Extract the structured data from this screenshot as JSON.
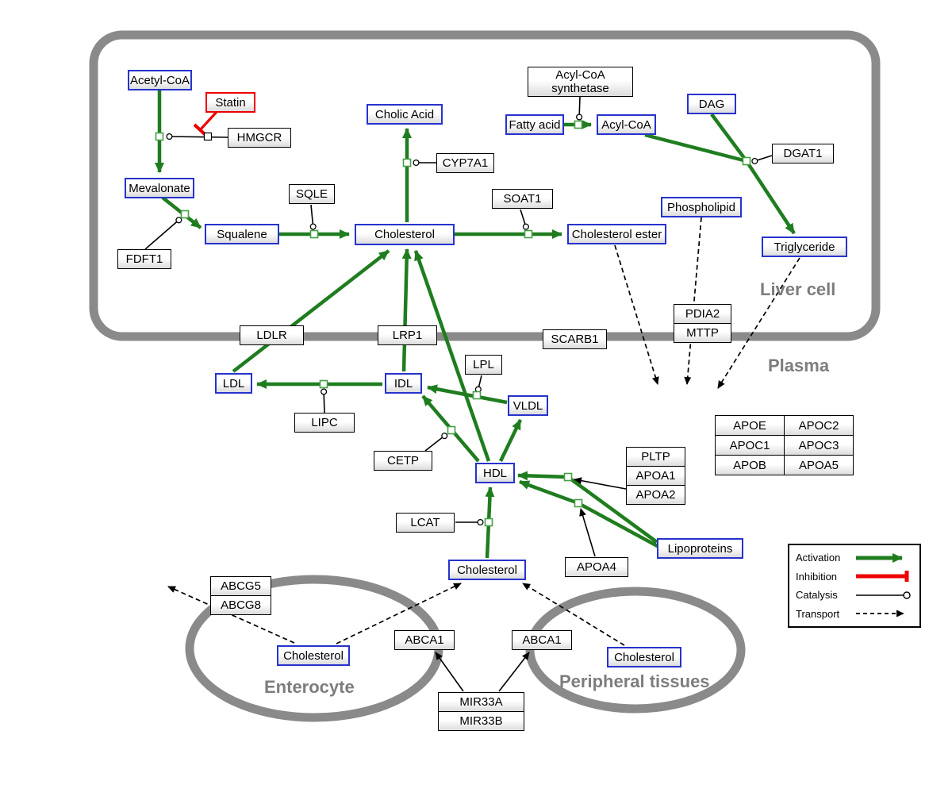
{
  "regions": {
    "liver_cell": "Liver cell",
    "plasma": "Plasma",
    "enterocyte": "Enterocyte",
    "peripheral": "Peripheral tissues"
  },
  "nodes": {
    "acetyl_coa": "Acetyl-CoA",
    "statin": "Statin",
    "hmgcr": "HMGCR",
    "mevalonate": "Mevalonate",
    "fdft1": "FDFT1",
    "squalene": "Squalene",
    "sqle": "SQLE",
    "cholic_acid": "Cholic Acid",
    "cyp7a1": "CYP7A1",
    "cholesterol_liver": "Cholesterol",
    "soat1": "SOAT1",
    "cholesterol_ester": "Cholesterol ester",
    "acyl_coa_synthetase": "Acyl-CoA synthetase",
    "fatty_acid": "Fatty acid",
    "acyl_coa_2": "Acyl-CoA",
    "dag": "DAG",
    "dgat1": "DGAT1",
    "phospholipid": "Phospholipid",
    "triglyceride": "Triglyceride",
    "ldlr": "LDLR",
    "lrp1": "LRP1",
    "scarb1": "SCARB1",
    "pdia2": "PDIA2",
    "mttp": "MTTP",
    "ldl": "LDL",
    "idl": "IDL",
    "lipc": "LIPC",
    "lpl": "LPL",
    "vldl": "VLDL",
    "cetp": "CETP",
    "hdl": "HDL",
    "lcat": "LCAT",
    "apoa4": "APOA4",
    "lipoproteins": "Lipoproteins",
    "cholesterol_plasma": "Cholesterol",
    "pltp": "PLTP",
    "apoa1": "APOA1",
    "apoa2": "APOA2",
    "apoe": "APOE",
    "apoc2": "APOC2",
    "apoc1": "APOC1",
    "apoc3": "APOC3",
    "apob": "APOB",
    "apoa5": "APOA5",
    "abcg5": "ABCG5",
    "abcg8": "ABCG8",
    "cholesterol_enterocyte": "Cholesterol",
    "abca1_left": "ABCA1",
    "abca1_right": "ABCA1",
    "cholesterol_peripheral": "Cholesterol",
    "mir33a": "MIR33A",
    "mir33b": "MIR33B"
  },
  "legend": {
    "activation": "Activation",
    "inhibition": "Inhibition",
    "catalysis": "Catalysis",
    "transport": "Transport"
  },
  "colors": {
    "activation_green": "#1f7d1f",
    "inhibition_red": "#ee0000",
    "membrane_gray": "#8a8a8a",
    "metabolite_border_blue": "#2633cc",
    "region_label_gray": "#7d7d7d"
  }
}
